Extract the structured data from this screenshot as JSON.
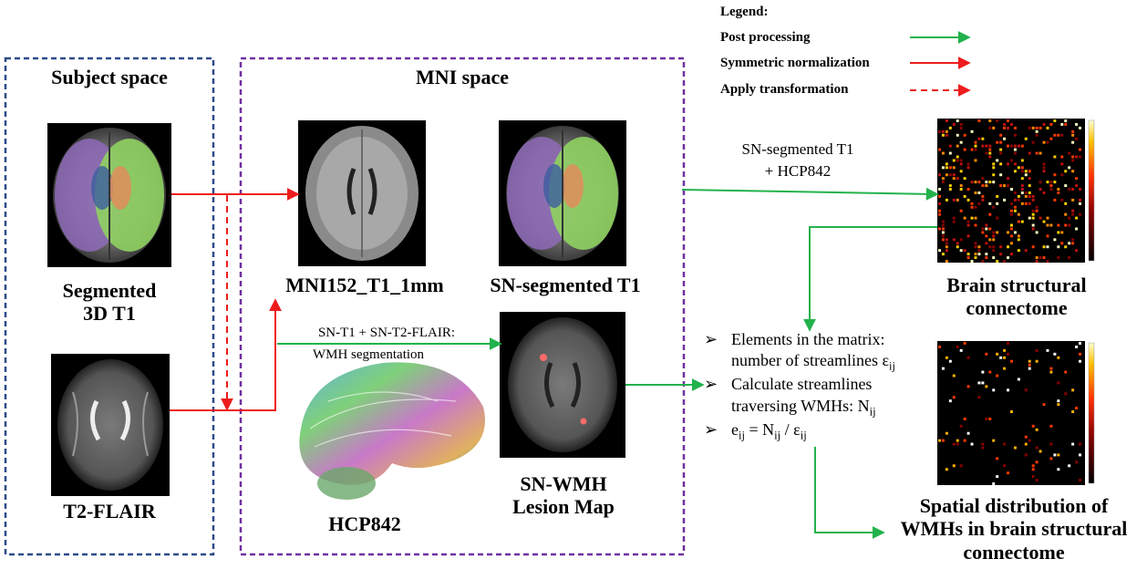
{
  "legend": {
    "title": "Legend:",
    "items": [
      {
        "label": "Post processing",
        "style": "solid",
        "color": "#22b24c"
      },
      {
        "label": "Symmetric normalization",
        "style": "solid",
        "color": "#ee1c1c"
      },
      {
        "label": "Apply transformation",
        "style": "dashed",
        "color": "#ee1c1c"
      }
    ]
  },
  "subject_space": {
    "title": "Subject space",
    "segmented_t1_label": "Segmented\n3D T1",
    "t2_flair_label": "T2-FLAIR"
  },
  "mni_space": {
    "title": "MNI space",
    "mni152_label": "MNI152_T1_1mm",
    "sn_segmented_label": "SN-segmented T1",
    "wmh_step_line1": "SN-T1 + SN-T2-FLAIR:",
    "wmh_step_line2": "WMH segmentation",
    "hcp_label": "HCP842",
    "sn_wmh_label": "SN-WMH\nLesion Map"
  },
  "connectome": {
    "input_line1": "SN-segmented T1",
    "input_line2": "+ HCP842",
    "title": "Brain structural\nconnectome"
  },
  "bullets": {
    "mark": "➢",
    "b1_line1": "Elements in the matrix:",
    "b1_line2_text": "number of streamlines ε",
    "b1_line2_sub": "ij",
    "b2_line1": "Calculate streamlines",
    "b2_line2_text": "traversing WMHs: N",
    "b2_line2_sub": "ij",
    "b3_e": "e",
    "b3_e_sub": "ij",
    "b3_eq": " = N",
    "b3_n_sub": "ij",
    "b3_div": " / ε",
    "b3_eps_sub": "ij"
  },
  "result": {
    "title": "Spatial distribution of\nWMHs in brain structural\nconnectome"
  },
  "colors": {
    "subject_border": "#2e4a8a",
    "mni_border": "#7030a0",
    "green_arrow": "#22b24c",
    "red_arrow": "#ee1c1c"
  }
}
